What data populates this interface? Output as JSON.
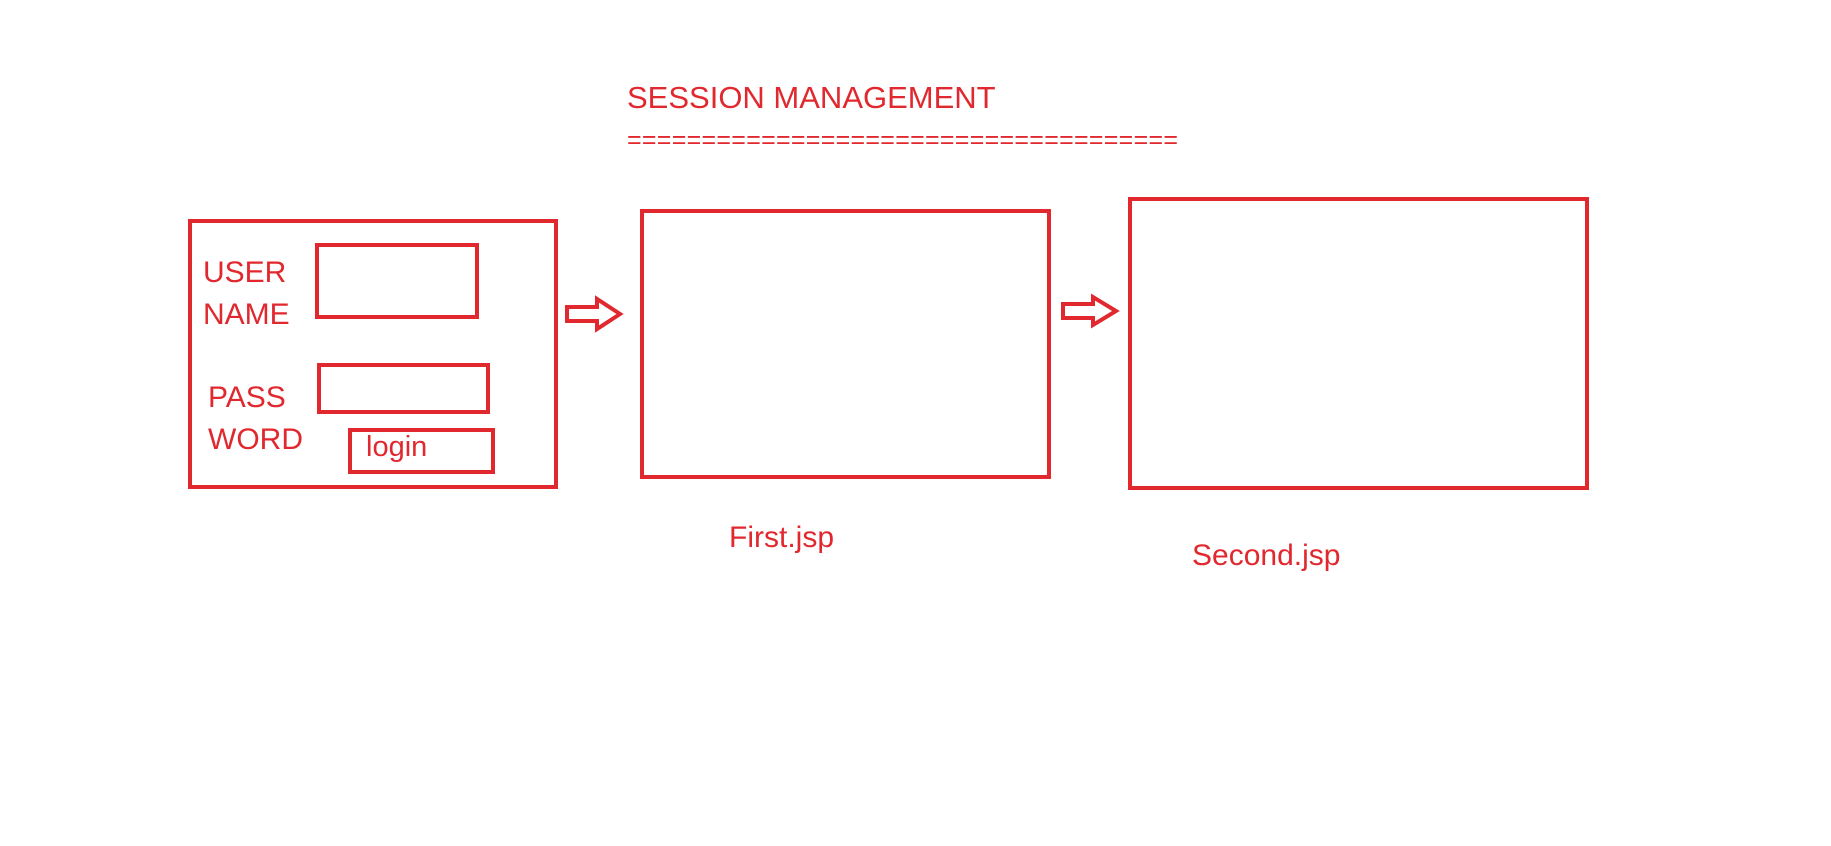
{
  "title": "SESSION MANAGEMENT",
  "underline": "=====================================",
  "login_panel": {
    "username_label_line1": "USER",
    "username_label_line2": "NAME",
    "password_label_line1": "PASS",
    "password_label_line2": "WORD",
    "login_button_label": "login"
  },
  "first_page": {
    "label": "First.jsp"
  },
  "second_page": {
    "label": "Second.jsp"
  },
  "colors": {
    "stroke": "#e0282e",
    "background": "#ffffff"
  }
}
